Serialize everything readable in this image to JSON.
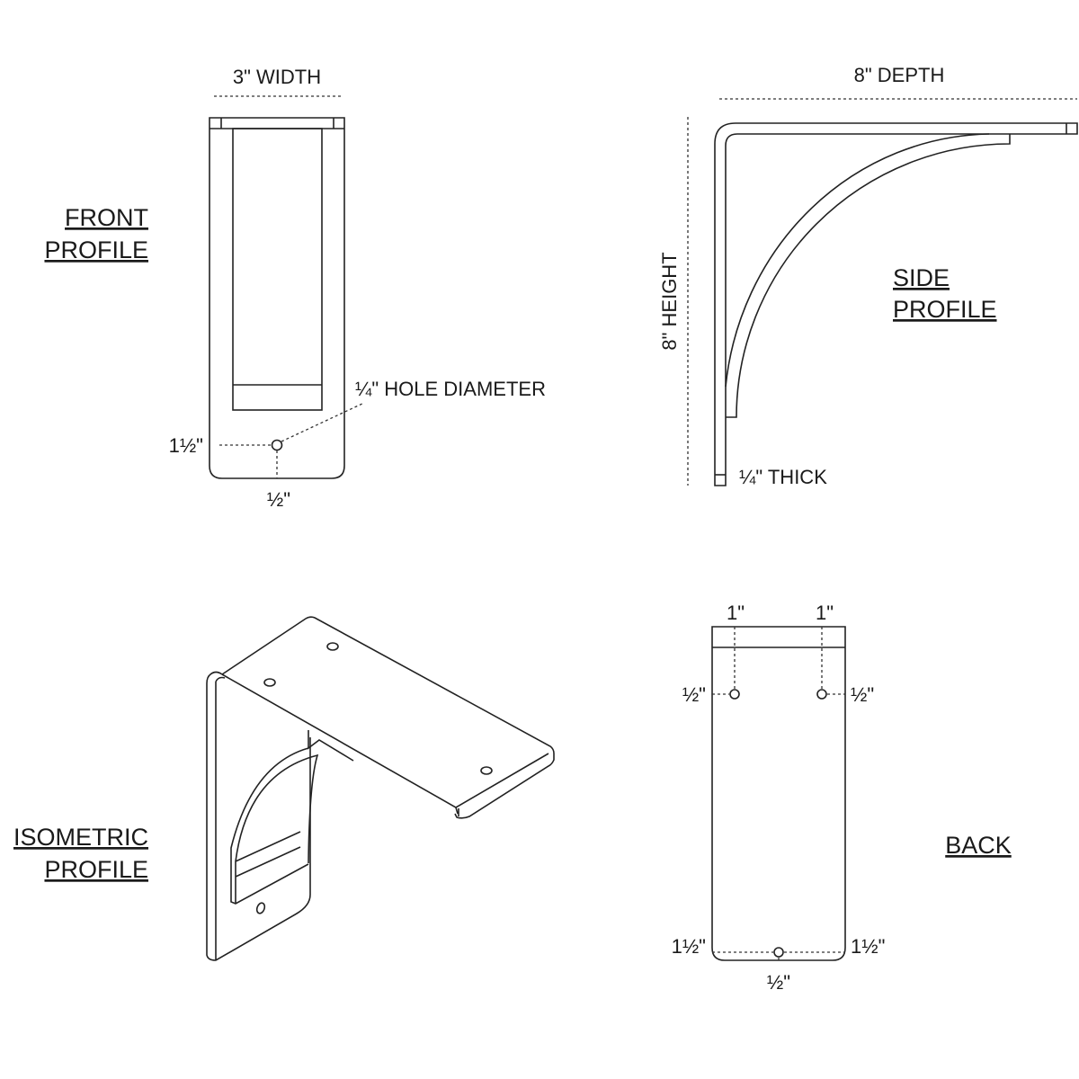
{
  "front": {
    "title_line1": "FRONT",
    "title_line2": "PROFILE",
    "width_label": "3\" WIDTH",
    "hole_label": "¼\" HOLE DIAMETER",
    "vertical_offset": "1½\"",
    "horizontal_offset": "½\""
  },
  "side": {
    "title_line1": "SIDE",
    "title_line2": "PROFILE",
    "depth_label": "8\" DEPTH",
    "height_label": "8\" HEIGHT",
    "thick_label": "¼\" THICK"
  },
  "isometric": {
    "title_line1": "ISOMETRIC",
    "title_line2": "PROFILE"
  },
  "back": {
    "title": "BACK",
    "top_left": "1\"",
    "top_right": "1\"",
    "left_half": "½\"",
    "right_half": "½\"",
    "bottom_left": "1½\"",
    "bottom_right": "1½\"",
    "bottom_center": "½\""
  }
}
